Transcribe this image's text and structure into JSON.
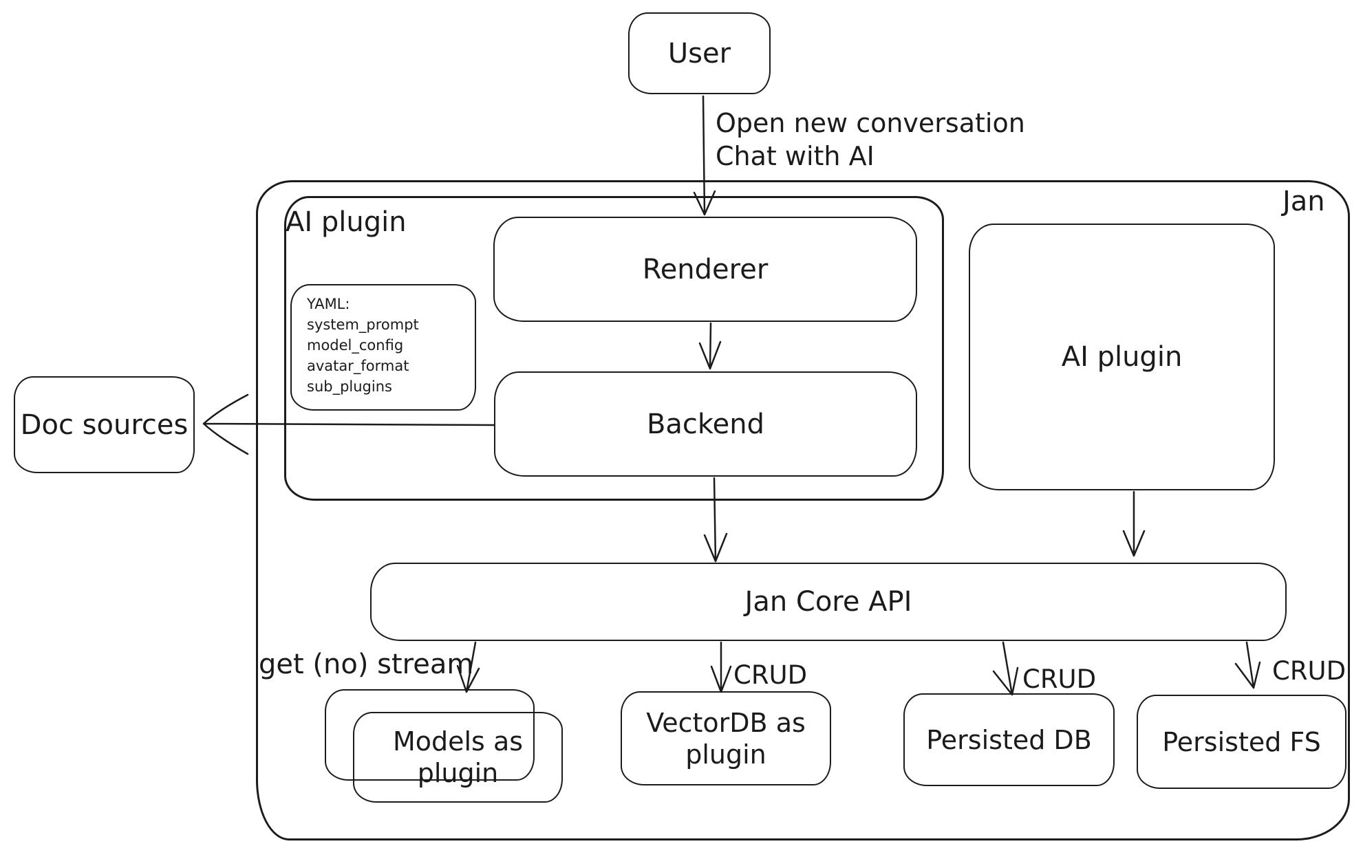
{
  "title": "Jan architecture diagram",
  "colors": {
    "stroke": "#1b1b1b",
    "background": "#ffffff"
  },
  "nodes": {
    "user": {
      "label": "User"
    },
    "jan_container": {
      "label": "Jan"
    },
    "ai_plugin_container": {
      "label": "AI plugin"
    },
    "yaml_note": {
      "lines": [
        "YAML:",
        "system_prompt",
        "model_config",
        "avatar_format",
        "sub_plugins"
      ]
    },
    "renderer": {
      "label": "Renderer"
    },
    "backend": {
      "label": "Backend"
    },
    "doc_sources": {
      "label": "Doc sources"
    },
    "ai_plugin_right": {
      "label": "AI plugin"
    },
    "jan_core_api": {
      "label": "Jan Core API"
    },
    "models_as_plugin": {
      "label": "Models as plugin"
    },
    "vectordb_as_plugin": {
      "label": "VectorDB as plugin"
    },
    "persisted_db": {
      "label": "Persisted DB"
    },
    "persisted_fs": {
      "label": "Persisted FS"
    }
  },
  "edge_labels": {
    "user_to_renderer": "Open new conversation\nChat with AI",
    "api_to_models": "get (no) stream",
    "api_to_vectordb": "CRUD",
    "api_to_persisted_db": "CRUD",
    "api_to_persisted_fs": "CRUD"
  }
}
